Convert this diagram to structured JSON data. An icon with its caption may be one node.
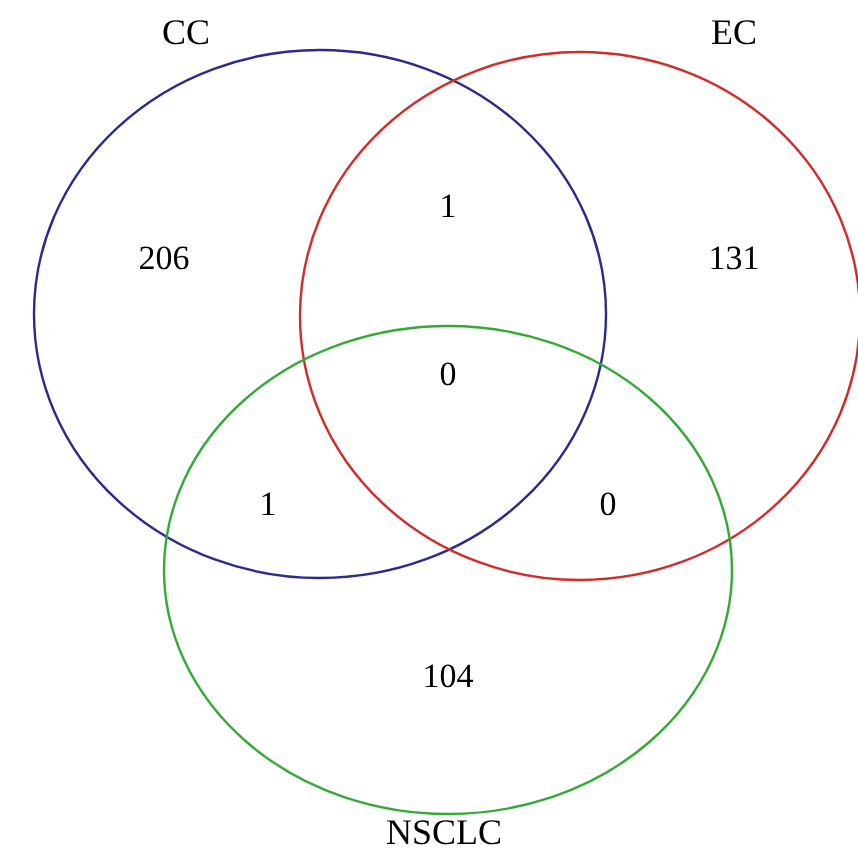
{
  "diagram": {
    "nodes": [
      {
        "text": [
          "CC"
        ]
      },
      {
        "text": [
          "EC"
        ]
      },
      {
        "text": [
          "NSCLC"
        ]
      }
    ],
    "labels": [
      "1",
      "206",
      "131",
      "0",
      "1",
      "0",
      "104"
    ]
  }
}
